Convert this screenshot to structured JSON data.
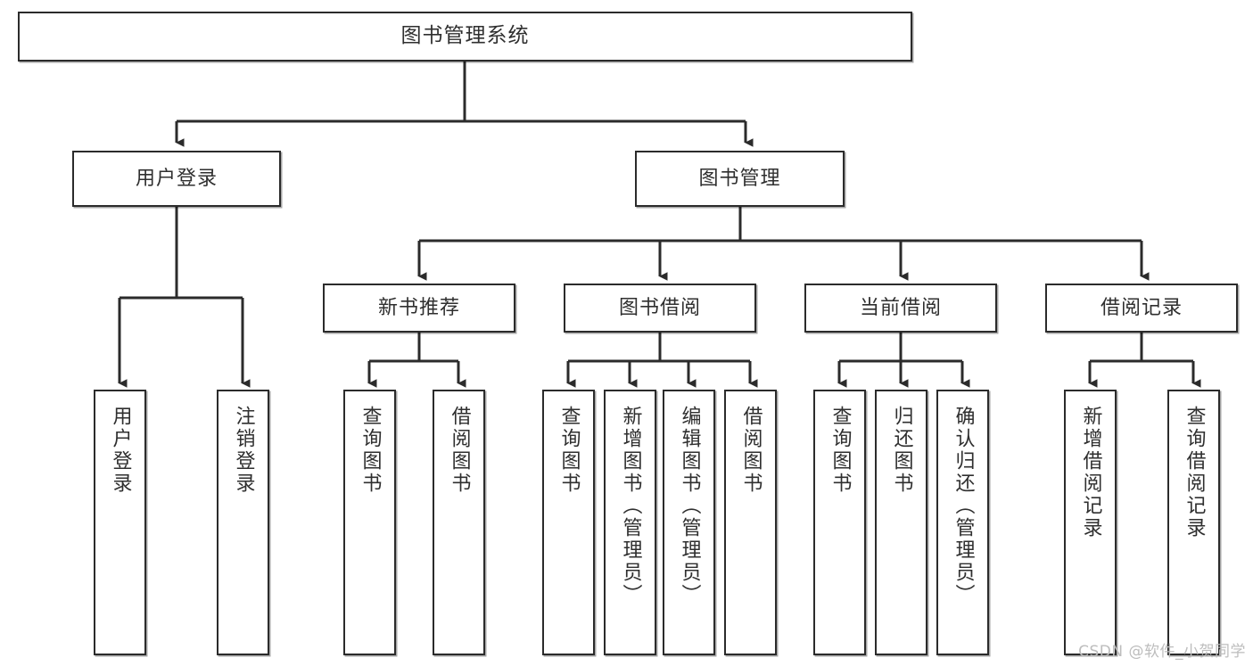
{
  "diagram": {
    "title": "图书管理系统",
    "type": "hierarchy-tree",
    "line_color": "#2b2b2b",
    "box_fill": "#ffffff",
    "text_color": "#2f2f2f",
    "root": {
      "label": "图书管理系统"
    },
    "level2": [
      {
        "label": "用户登录"
      },
      {
        "label": "图书管理"
      }
    ],
    "level3": [
      {
        "label": "新书推荐"
      },
      {
        "label": "图书借阅"
      },
      {
        "label": "当前借阅"
      },
      {
        "label": "借阅记录"
      }
    ],
    "leaves": [
      {
        "label": "用户登录"
      },
      {
        "label": "注销登录"
      },
      {
        "label": "查询图书"
      },
      {
        "label": "借阅图书"
      },
      {
        "label": "查询图书"
      },
      {
        "label": "新增图书（管理员）"
      },
      {
        "label": "编辑图书（管理员）"
      },
      {
        "label": "借阅图书"
      },
      {
        "label": "查询图书"
      },
      {
        "label": "归还图书"
      },
      {
        "label": "确认归还（管理员）"
      },
      {
        "label": "新增借阅记录"
      },
      {
        "label": "查询借阅记录"
      }
    ]
  },
  "watermark": {
    "text": "CSDN @软件_小贺同学"
  }
}
